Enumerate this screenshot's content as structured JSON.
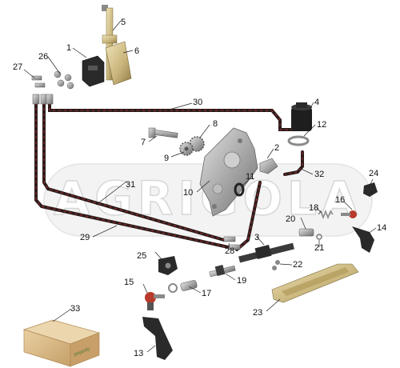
{
  "watermark": "AGRIGOLA",
  "box_brand": "pojazdy",
  "callouts": {
    "c1": "1",
    "c2": "2",
    "c3": "3",
    "c4": "4",
    "c5": "5",
    "c6": "6",
    "c7": "7",
    "c8": "8",
    "c9": "9",
    "c10": "10",
    "c11": "11",
    "c12": "12",
    "c13": "13",
    "c14": "14",
    "c15": "15",
    "c16": "16",
    "c17": "17",
    "c18": "18",
    "c19": "19",
    "c20": "20",
    "c21": "21",
    "c22": "22",
    "c23": "23",
    "c24": "24",
    "c25": "25",
    "c26": "26",
    "c27": "27",
    "c28": "28",
    "c29": "29",
    "c30": "30",
    "c31": "31",
    "c32": "32",
    "c33": "33"
  },
  "colors": {
    "hose": "#2a1a1a",
    "hose_accent": "#a03030",
    "metal": "#9a9a9a",
    "brass": "#c8b47a",
    "rubber": "#222222",
    "red_part": "#b83a2a",
    "box": "#d9b98a",
    "watermark_stroke": "#d6d6d6"
  }
}
